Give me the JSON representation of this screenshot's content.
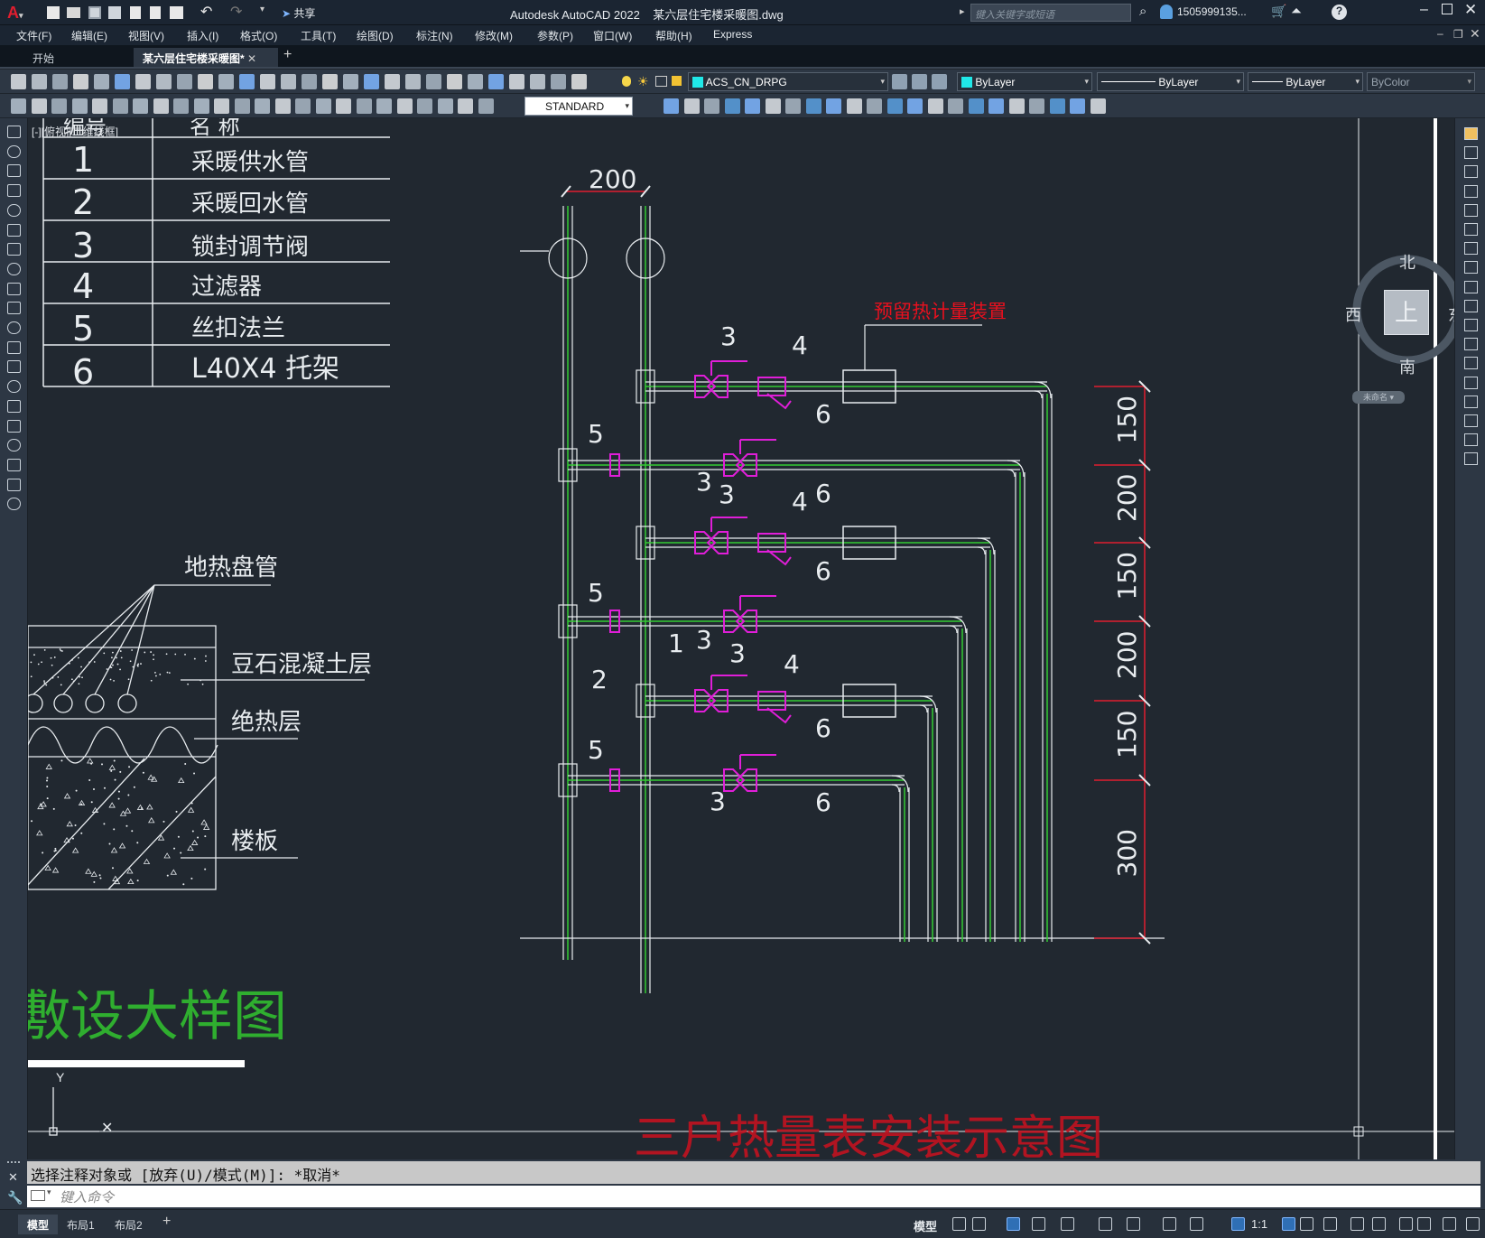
{
  "app": {
    "window_title": "Autodesk AutoCAD 2022    某六层住宅楼采暖图.dwg",
    "share_label": "共享",
    "search_placeholder": "键入关键字或短语",
    "user": "1505999135...",
    "accent": "#e01e2f"
  },
  "menu": [
    "文件(F)",
    "编辑(E)",
    "视图(V)",
    "插入(I)",
    "格式(O)",
    "工具(T)",
    "绘图(D)",
    "标注(N)",
    "修改(M)",
    "参数(P)",
    "窗口(W)",
    "帮助(H)",
    "Express"
  ],
  "tabs": {
    "start": "开始",
    "document": "某六层住宅楼采暖图*"
  },
  "toolbar": {
    "layer": "ACS_CN_DRPG",
    "color": "ByLayer",
    "linetype": "ByLayer",
    "lineweight": "ByLayer",
    "plotstyle": "ByColor",
    "textstyle": "STANDARD"
  },
  "viewport_label": "[-][俯视][二维线框]",
  "legend_table": {
    "headers": [
      "编号",
      "名    称"
    ],
    "rows": [
      {
        "no": "1",
        "name": "采暖供水管"
      },
      {
        "no": "2",
        "name": "采暖回水管"
      },
      {
        "no": "3",
        "name": "锁封调节阀"
      },
      {
        "no": "4",
        "name": "过滤器"
      },
      {
        "no": "5",
        "name": "丝扣法兰"
      },
      {
        "no": "6",
        "name": "L40X4 托架"
      }
    ]
  },
  "floor_detail": {
    "labels": {
      "coil": "地热盘管",
      "concrete": "豆石混凝土层",
      "insulation": "绝热层",
      "slab": "楼板"
    },
    "title": "敷设大样图"
  },
  "schematic": {
    "top_dim": "200",
    "reserved_label": "预留热计量装置",
    "right_dims": [
      "150",
      "200",
      "150",
      "200",
      "150",
      "300"
    ],
    "part_numbers": {
      "one": "1",
      "two": "2",
      "three": "3",
      "four": "4",
      "five": "5",
      "six": "6"
    },
    "title": "三户热量表安装示意图"
  },
  "viewcube": {
    "north": "北",
    "south": "南",
    "west": "西",
    "east": "东",
    "top": "上",
    "wcs": "未命名"
  },
  "command": {
    "history": "选择注释对象或 [放弃(U)/模式(M)]: *取消*",
    "placeholder": "键入命令"
  },
  "layout_tabs": [
    "模型",
    "布局1",
    "布局2"
  ],
  "status": {
    "model": "模型",
    "scale": "1:1"
  }
}
